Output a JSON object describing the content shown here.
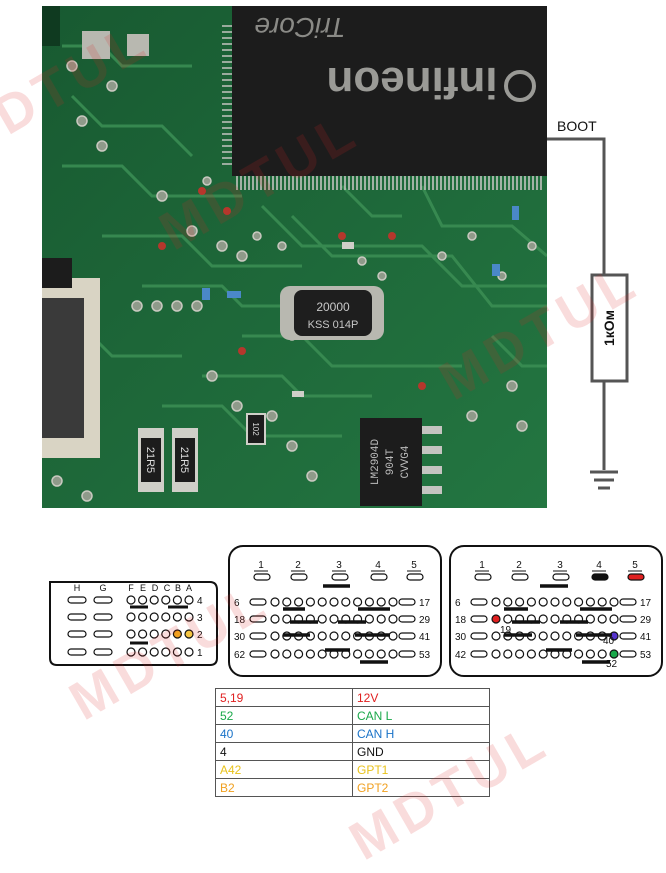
{
  "photo": {
    "chip_brand": "infineon",
    "chip_series": "TriCore",
    "crystal_line1": "20000",
    "crystal_line2": "KSS 014P",
    "ic_line1": "LM2904D",
    "ic_line2": "904T",
    "ic_line3": "CVVG4",
    "smd_label1": "21R5",
    "smd_label2": "21R5",
    "smd_small": "102"
  },
  "wiring": {
    "boot_label": "BOOT",
    "resistor_label": "1кОм"
  },
  "connector_small": {
    "column_labels": [
      "H",
      "G",
      "F",
      "E",
      "D",
      "C",
      "B",
      "A"
    ],
    "row_labels": [
      "4",
      "3",
      "2",
      "1"
    ]
  },
  "connector_mid": {
    "top_labels": [
      "1",
      "2",
      "3",
      "4",
      "5"
    ],
    "left_labels": [
      "6",
      "18",
      "30",
      "62"
    ],
    "right_labels": [
      "17",
      "29",
      "41",
      "53"
    ]
  },
  "connector_right": {
    "top_labels": [
      "1",
      "2",
      "3",
      "4",
      "5"
    ],
    "left_labels": [
      "6",
      "18",
      "30",
      "42"
    ],
    "right_labels": [
      "17",
      "29",
      "41",
      "53"
    ],
    "marker_labels": [
      "19",
      "40",
      "52"
    ]
  },
  "pin_table": [
    {
      "pin": "5,19",
      "signal": "12V",
      "color": "#e02020"
    },
    {
      "pin": "52",
      "signal": "CAN L",
      "color": "#1aa84a"
    },
    {
      "pin": "40",
      "signal": "CAN H",
      "color": "#1a73c8"
    },
    {
      "pin": "4",
      "signal": "GND",
      "color": "#111111"
    },
    {
      "pin": "A42",
      "signal": "GPT1",
      "color": "#e8c21a"
    },
    {
      "pin": "B2",
      "signal": "GPT2",
      "color": "#f0a020"
    }
  ],
  "watermark_text": [
    "MDTUL",
    "MDTUL",
    "MDTUL",
    "MDTUL",
    "MDTUL"
  ],
  "colors": {
    "pcb": "#1f6b3c",
    "pcb_dark": "#124a27",
    "trace": "#3a8d53",
    "chip": "#1c1c1c",
    "red": "#e02020",
    "green": "#1aa84a",
    "blue": "#5533cc",
    "orange": "#f0a020"
  }
}
